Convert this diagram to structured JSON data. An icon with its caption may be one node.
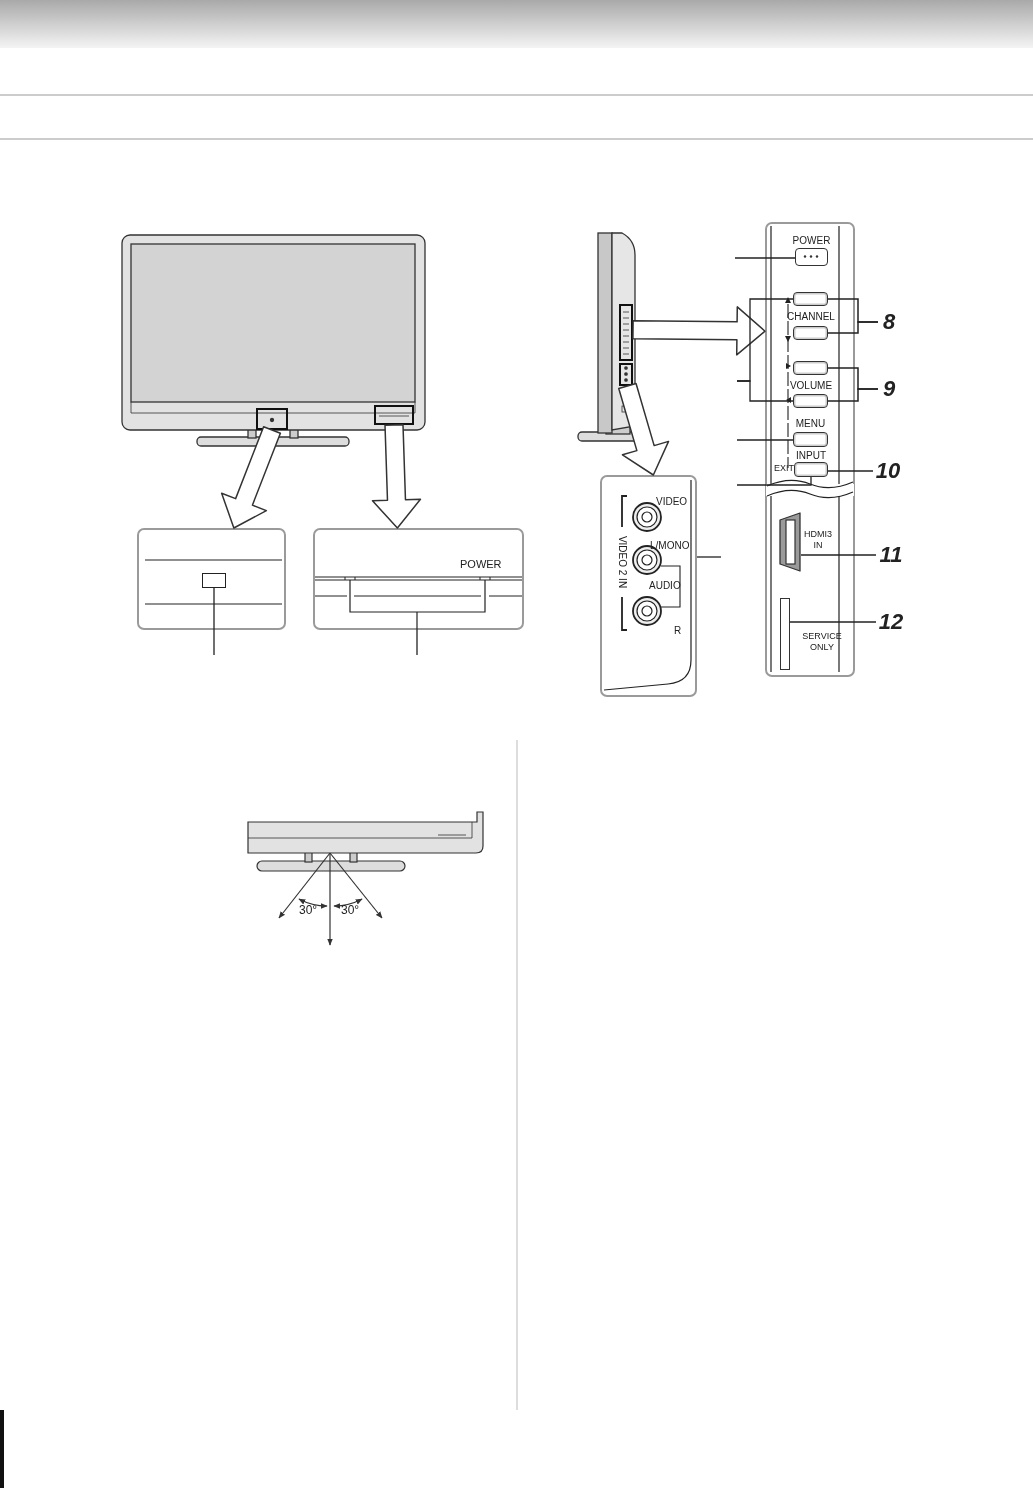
{
  "diagram": {
    "nodes": [
      {
        "text": [],
        "shape": "box"
      },
      {
        "text": [],
        "shape": "box"
      },
      {
        "text": [],
        "shape": "box"
      },
      {
        "text": [],
        "shape": "box",
        "in": 2
      },
      {
        "text": [],
        "shape": "box"
      },
      {
        "text": [],
        "shape": "box"
      },
      {
        "text": [],
        "shape": "box"
      },
      {
        "text": [],
        "shape": "box"
      },
      {
        "text": [],
        "shape": "box",
        "in": 7,
        "beside": [
          "POWER"
        ]
      },
      {
        "text": [],
        "shape": "box",
        "in": 7
      },
      {
        "text": [],
        "shape": "box",
        "in": 7
      },
      {
        "text": [],
        "shape": "box",
        "in": 7
      },
      {
        "text": [],
        "shape": "box",
        "in": 7
      },
      {
        "text": [],
        "shape": "box",
        "in": 7,
        "beside": [
          "MENU"
        ]
      },
      {
        "text": [],
        "shape": "box",
        "in": 7,
        "beside": [
          "INPUT"
        ]
      },
      {
        "text": [],
        "shape": "box",
        "in": 7
      },
      {
        "text": [],
        "shape": "bar",
        "in": 7
      },
      {
        "text": [
          "8"
        ]
      },
      {
        "text": [
          "9"
        ]
      },
      {
        "text": [
          "10"
        ]
      },
      {
        "text": [
          "11"
        ]
      },
      {
        "text": [
          "12"
        ]
      },
      {
        "text": [],
        "shape": "box"
      }
    ],
    "edges": [
      {
        "from": 0,
        "to": 2,
        "arrow": "to",
        "style": "thick"
      },
      {
        "from": 1,
        "to": 4,
        "arrow": "to",
        "style": "thick"
      },
      {
        "from": 5,
        "to": 7,
        "arrow": "to",
        "style": "thick"
      },
      {
        "from": 6,
        "to": 22,
        "arrow": "to",
        "style": "thick"
      },
      {
        "from": 17,
        "to": 9,
        "arrow": "none"
      },
      {
        "from": 17,
        "to": 10,
        "arrow": "none"
      },
      {
        "from": 18,
        "to": 11,
        "arrow": "none"
      },
      {
        "from": 18,
        "to": 12,
        "arrow": "none"
      },
      {
        "from": 19,
        "to": 14,
        "arrow": "none"
      },
      {
        "from": 20,
        "to": 15,
        "arrow": "none"
      },
      {
        "from": 21,
        "to": 16,
        "arrow": "none"
      },
      {
        "from": null,
        "to": 3,
        "arrow": "none"
      },
      {
        "from": null,
        "to": 4,
        "arrow": "none"
      },
      {
        "from": null,
        "to": 8,
        "arrow": "none"
      },
      {
        "from": null,
        "to": 9,
        "arrow": "none"
      },
      {
        "from": null,
        "to": 12,
        "arrow": "none"
      },
      {
        "from": null,
        "to": 13,
        "arrow": "none"
      },
      {
        "from": null,
        "to": 14,
        "arrow": "none"
      },
      {
        "from": null,
        "to": 22,
        "arrow": "none"
      }
    ],
    "labels": [
      "POWER",
      "CHANNEL",
      "VOLUME",
      "EXIT",
      "VIDEO 2 IN",
      "VIDEO",
      "L/MONO",
      "AUDIO",
      "R",
      "HDMI3 IN",
      "SERVICE ONLY",
      "30°",
      "30°"
    ]
  }
}
